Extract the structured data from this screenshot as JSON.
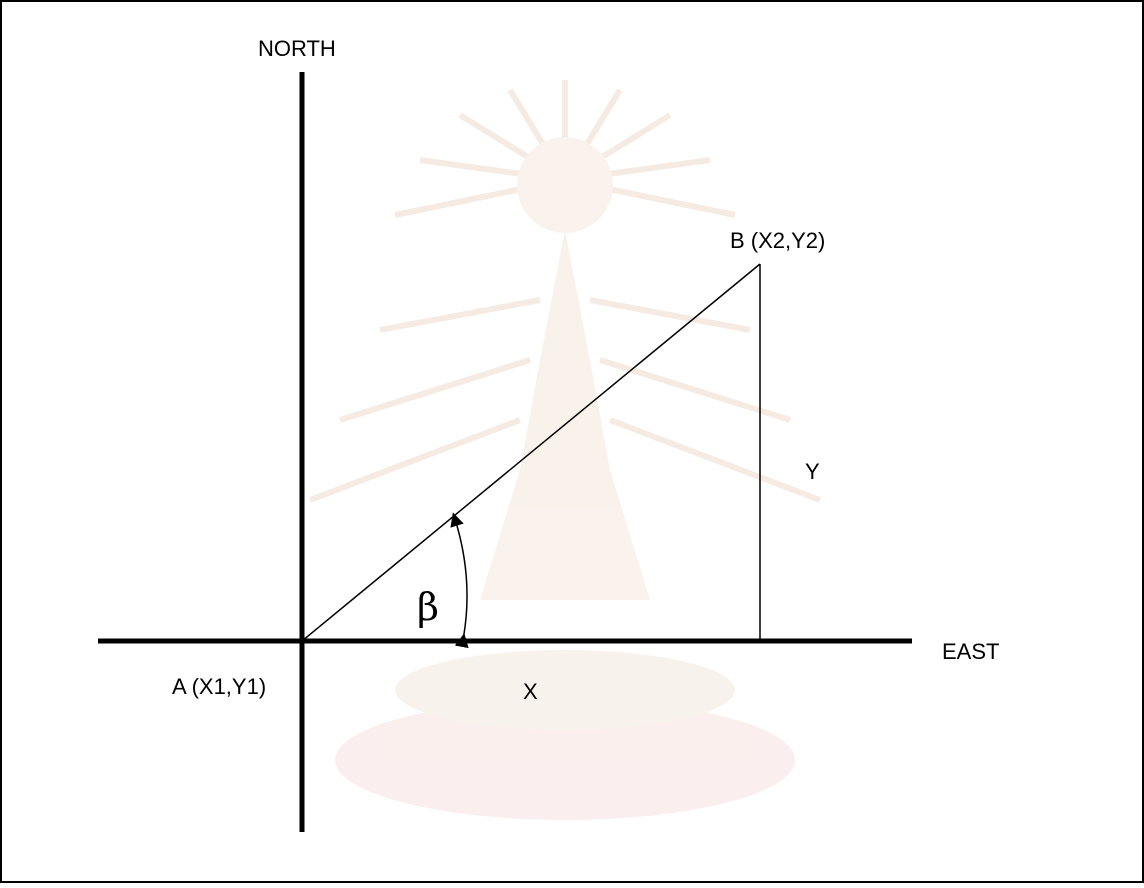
{
  "diagram": {
    "labels": {
      "north": "NORTH",
      "east": "EAST",
      "point_a": "A (X1,Y1)",
      "point_b": "B (X2,Y2)",
      "delta_x": "X",
      "delta_y": "Y",
      "angle": "β"
    },
    "colors": {
      "line": "#000000",
      "background": "#ffffff",
      "watermark": "#f3e4d6"
    },
    "watermark_icon": "university-emblem-watermark"
  }
}
